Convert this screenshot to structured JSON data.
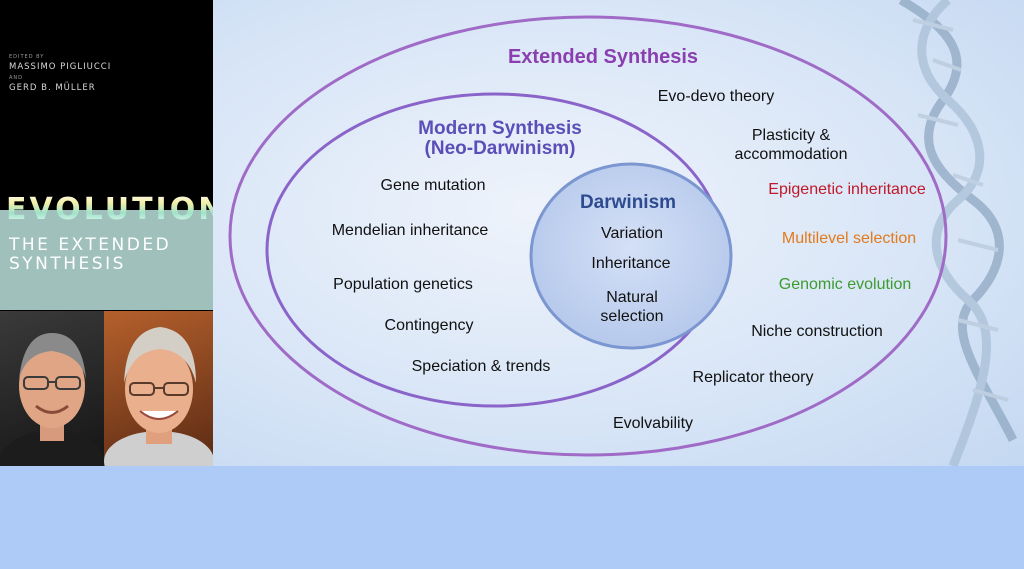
{
  "cover": {
    "edited_by": "EDITED BY",
    "editor1": "MASSIMO PIGLIUCCI",
    "and": "AND",
    "editor2": "GERD B. MÜLLER",
    "title": "EVOLUTION",
    "subtitle_line1": "THE EXTENDED",
    "subtitle_line2": "SYNTHESIS"
  },
  "diagram": {
    "extended": {
      "heading": "Extended Synthesis",
      "items": [
        {
          "text": "Evo-devo theory",
          "color": "#111111"
        },
        {
          "text": "Plasticity &",
          "color": "#111111"
        },
        {
          "text": "accommodation",
          "color": "#111111"
        },
        {
          "text": "Epigenetic inheritance",
          "color": "#c0192a"
        },
        {
          "text": "Multilevel selection",
          "color": "#e27a1c"
        },
        {
          "text": "Genomic evolution",
          "color": "#3d9b2f"
        },
        {
          "text": "Niche construction",
          "color": "#111111"
        },
        {
          "text": "Replicator theory",
          "color": "#111111"
        },
        {
          "text": "Evolvability",
          "color": "#111111"
        }
      ]
    },
    "modern": {
      "heading_line1": "Modern Synthesis",
      "heading_line2": "(Neo-Darwinism)",
      "items": [
        "Gene mutation",
        "Mendelian inheritance",
        "Population genetics",
        "Contingency",
        "Speciation & trends"
      ]
    },
    "darwinism": {
      "heading": "Darwinism",
      "items": [
        "Variation",
        "Inheritance",
        "Natural",
        "selection"
      ]
    }
  }
}
